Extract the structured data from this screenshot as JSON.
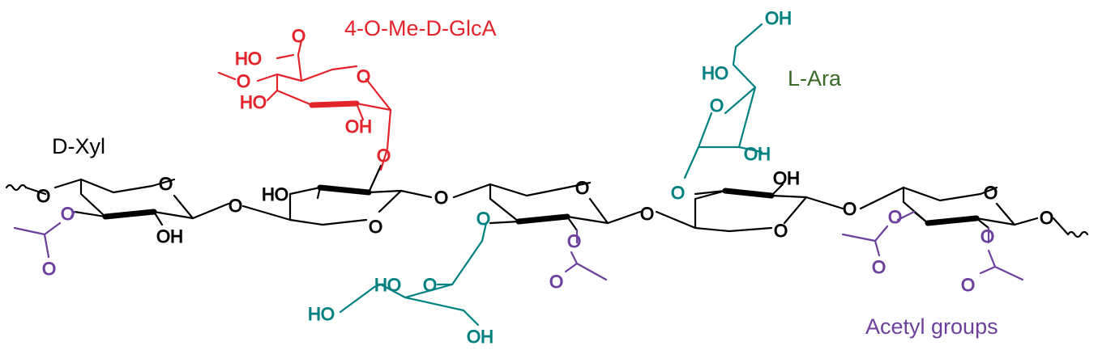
{
  "colors": {
    "xylan": "#000000",
    "glca": "#e3242b",
    "ara": "#008080",
    "acetyl": "#6d3f9c",
    "ara_title": "#3a6a2a"
  },
  "labels": {
    "xyl": "D-Xyl",
    "glca": "4-O-Me-D-GlcA",
    "ara": "L-Ara",
    "acetyl": "Acetyl groups"
  },
  "atoms": {
    "o": "O",
    "oh": "OH",
    "ho": "HO"
  }
}
